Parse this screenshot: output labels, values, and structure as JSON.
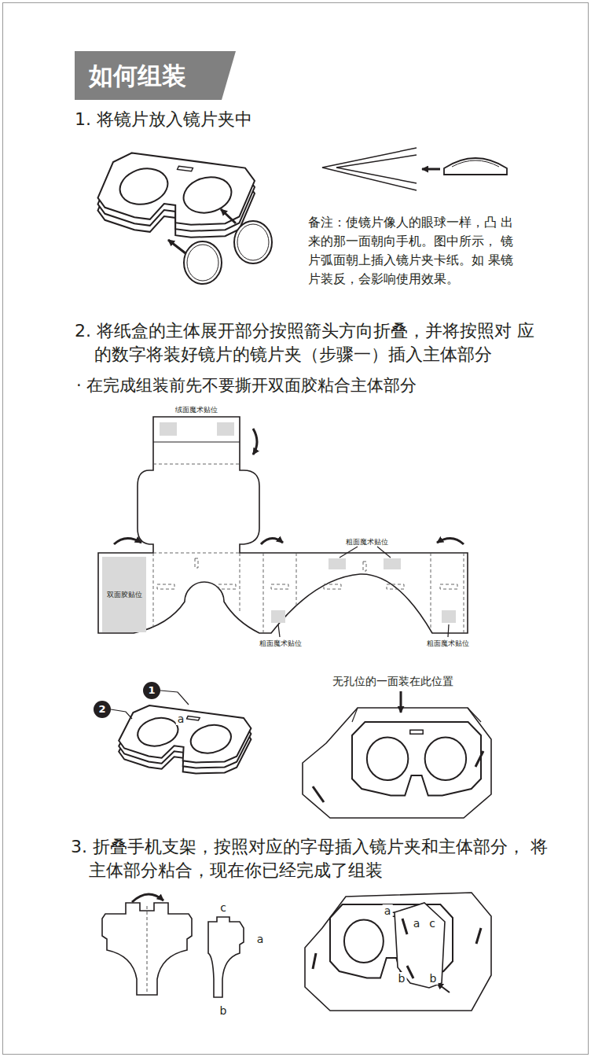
{
  "diagram": {
    "title": "如何组装",
    "nodes": [
      {
        "text": [
          "双面胶贴位"
        ]
      },
      {
        "text": [
          "1"
        ]
      },
      {
        "text": [
          "2"
        ]
      }
    ],
    "labels": [
      "1. 将镜片放入镜片夹中",
      "备注：使镜片像人的眼球一样，凸 出来的那一面朝向手机。图中所示， 镜片弧面朝上插入镜片夹卡纸。如 果镜片装反，会影响使用效果。",
      "2. 将纸盒的主体展开部分按照箭头方向折叠，并将按照对 应的数字将装好镜片的镜片夹（步骤一）插入主体部分",
      "· 在完成组装前先不要撕开双面胶粘合主体部分",
      "绒面魔术贴位",
      "粗面魔术贴位",
      "粗面魔术贴位",
      "粗面魔术贴位",
      "a",
      "无孔位的一面装在此位置",
      "3. 折叠手机支架，按照对应的字母插入镜片夹和主体部分， 将主体部分粘合，现在你已经完成了组装",
      "c",
      "a",
      "b",
      "a",
      "a",
      "c",
      "b",
      "b"
    ]
  }
}
